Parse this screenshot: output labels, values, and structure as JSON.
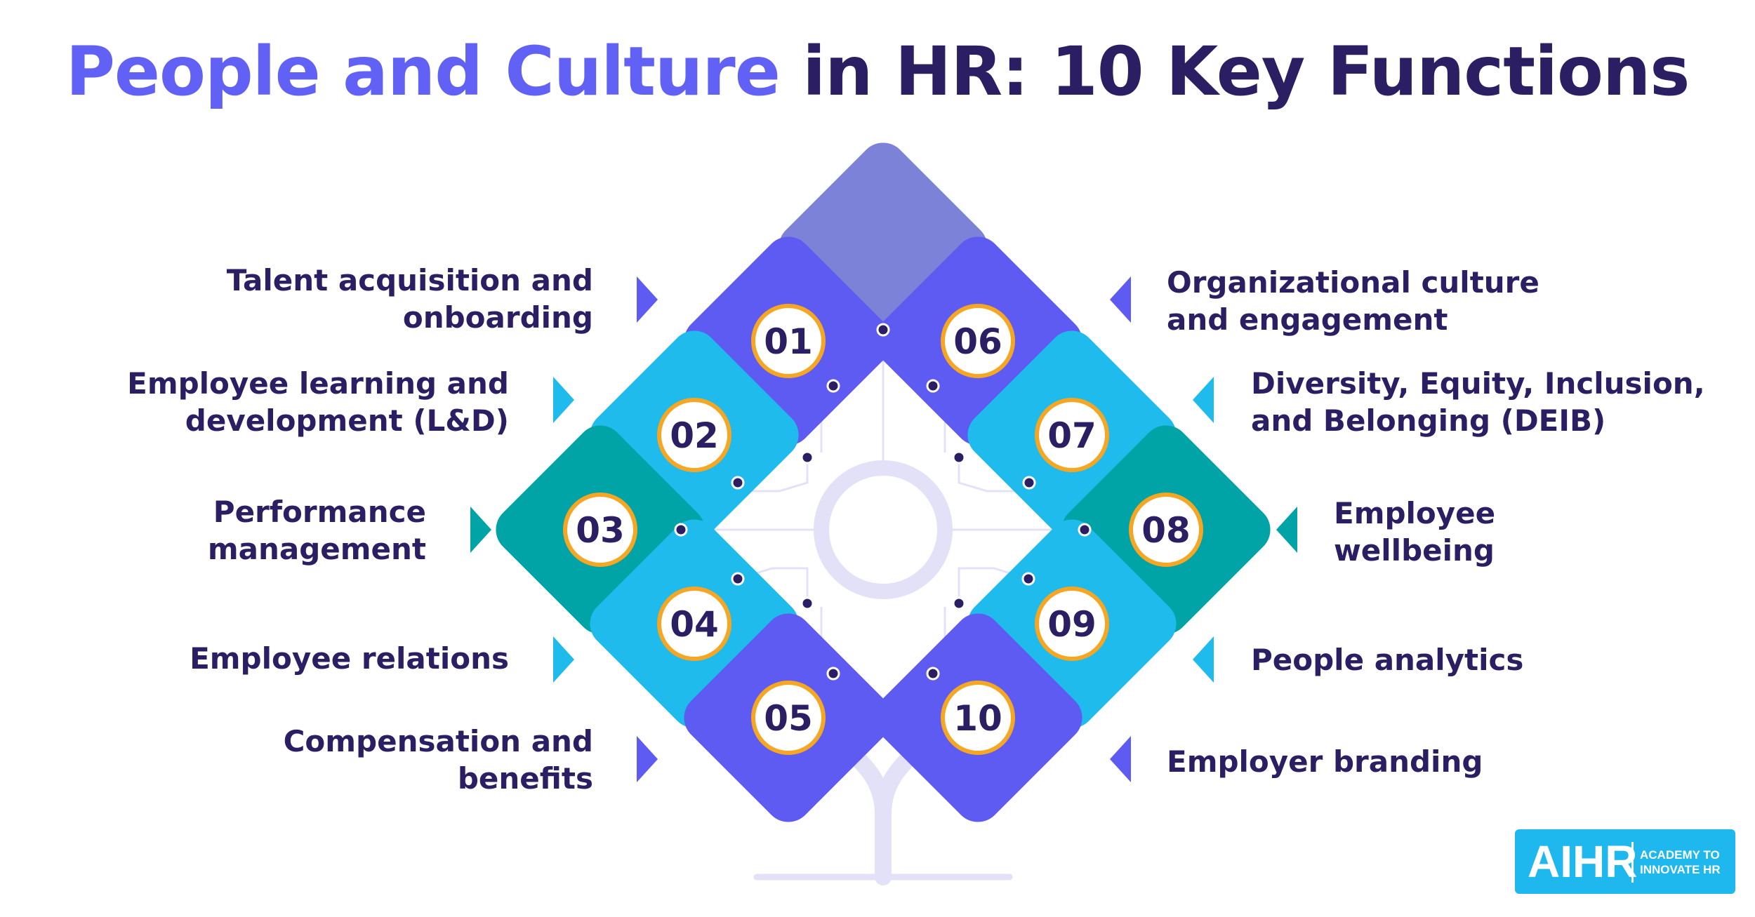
{
  "title": {
    "highlight": "People and Culture",
    "rest": " in HR: 10 Key Functions"
  },
  "colors": {
    "dark_navy": "#2c1e63",
    "violet": "#5e5bf3",
    "sky_blue": "#1fbbec",
    "teal": "#00a3a6",
    "top_diamond": "#7b82d8",
    "badge_ring": "#f5a623",
    "connector": "#e3e1f8"
  },
  "functions": [
    {
      "num": "01",
      "line1": "Talent acquisition and",
      "line2": "onboarding",
      "color": "violet"
    },
    {
      "num": "02",
      "line1": "Employee learning and",
      "line2": "development (L&D)",
      "color": "sky_blue"
    },
    {
      "num": "03",
      "line1": "Performance",
      "line2": "management",
      "color": "teal"
    },
    {
      "num": "04",
      "line1": "Employee relations",
      "line2": "",
      "color": "sky_blue"
    },
    {
      "num": "05",
      "line1": "Compensation and",
      "line2": "benefits",
      "color": "violet"
    },
    {
      "num": "06",
      "line1": "Organizational culture",
      "line2": "and engagement",
      "color": "violet"
    },
    {
      "num": "07",
      "line1": "Diversity, Equity, Inclusion,",
      "line2": "and Belonging (DEIB)",
      "color": "sky_blue"
    },
    {
      "num": "08",
      "line1": "Employee",
      "line2": "wellbeing",
      "color": "teal"
    },
    {
      "num": "09",
      "line1": "People analytics",
      "line2": "",
      "color": "sky_blue"
    },
    {
      "num": "10",
      "line1": "Employer branding",
      "line2": "",
      "color": "violet"
    }
  ],
  "logo": {
    "word": "AIHR",
    "sub_line1": "ACADEMY TO",
    "sub_line2": "INNOVATE HR"
  }
}
